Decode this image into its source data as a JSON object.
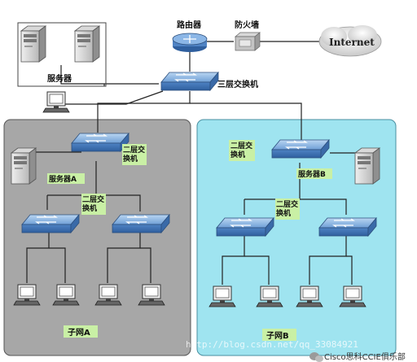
{
  "nodes": {
    "router": "路由器",
    "firewall": "防火墙",
    "internet": "Internet",
    "servers_top": "服务器",
    "core_switch": "三层交换机",
    "switch_l2_a_top": "二层交换机",
    "server_a": "服务器A",
    "switch_l2_a_mid": "二层交换机",
    "subnet_a": "子网A",
    "switch_l2_b_top": "二层交换机",
    "server_b": "服务器B",
    "switch_l2_b_mid": "二层交换机",
    "subnet_b": "子网B"
  },
  "watermark": {
    "url": "http://blog.csdn.net/qq_33084921",
    "brand": "Cisco思科CCIE俱乐部"
  },
  "colors": {
    "zone_a_bg": "#a7a7a7",
    "zone_b_bg": "#9fe4f0",
    "switch_fill": "#5b8fc9",
    "label_bg": "#c9f0a5"
  }
}
